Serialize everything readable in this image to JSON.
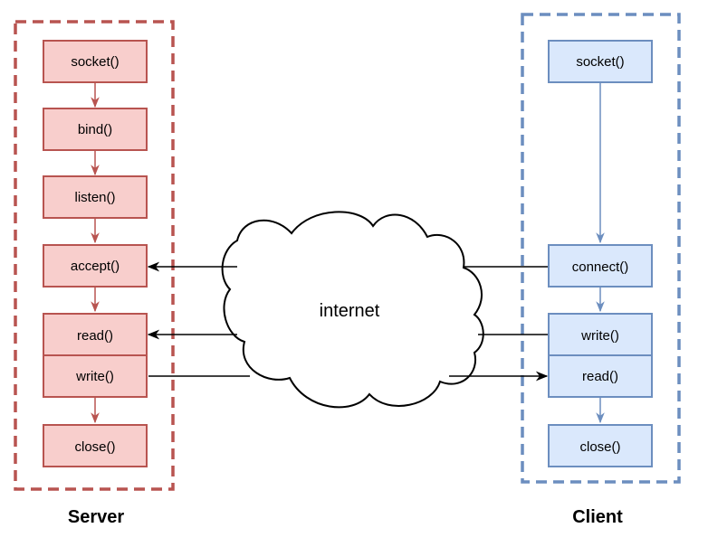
{
  "server": {
    "label": "Server",
    "calls": {
      "socket": "socket()",
      "bind": "bind()",
      "listen": "listen()",
      "accept": "accept()",
      "read": "read()",
      "write": "write()",
      "close": "close()"
    }
  },
  "client": {
    "label": "Client",
    "calls": {
      "socket": "socket()",
      "connect": "connect()",
      "write": "write()",
      "read": "read()",
      "close": "close()"
    }
  },
  "network": {
    "label": "internet"
  },
  "colors": {
    "server_fill": "#f8cecc",
    "server_stroke": "#b85450",
    "client_fill": "#dae8fc",
    "client_stroke": "#6c8ebf",
    "arrow": "#000000"
  }
}
